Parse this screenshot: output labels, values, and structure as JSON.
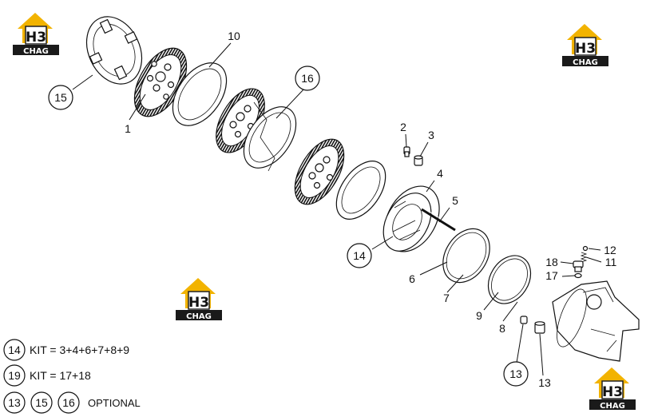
{
  "watermark": {
    "logo_top": "H3",
    "logo_bottom": "CHAG",
    "color": "#f2b300"
  },
  "callouts": {
    "c1": "1",
    "c2": "2",
    "c3": "3",
    "c4": "4",
    "c5": "5",
    "c6": "6",
    "c7": "7",
    "c8": "8",
    "c9": "9",
    "c10": "10",
    "c11": "11",
    "c12": "12",
    "c13a": "13",
    "c13b": "13",
    "c14": "14",
    "c15": "15",
    "c16": "16",
    "c17": "17",
    "c18": "18"
  },
  "legend": {
    "row1": {
      "ref": "14",
      "text": "KIT = 3+4+6+7+8+9"
    },
    "row2": {
      "ref": "19",
      "text": "KIT = 17+18"
    },
    "row3": {
      "refs": [
        "13",
        "15",
        "16"
      ],
      "text": "OPTIONAL"
    }
  }
}
